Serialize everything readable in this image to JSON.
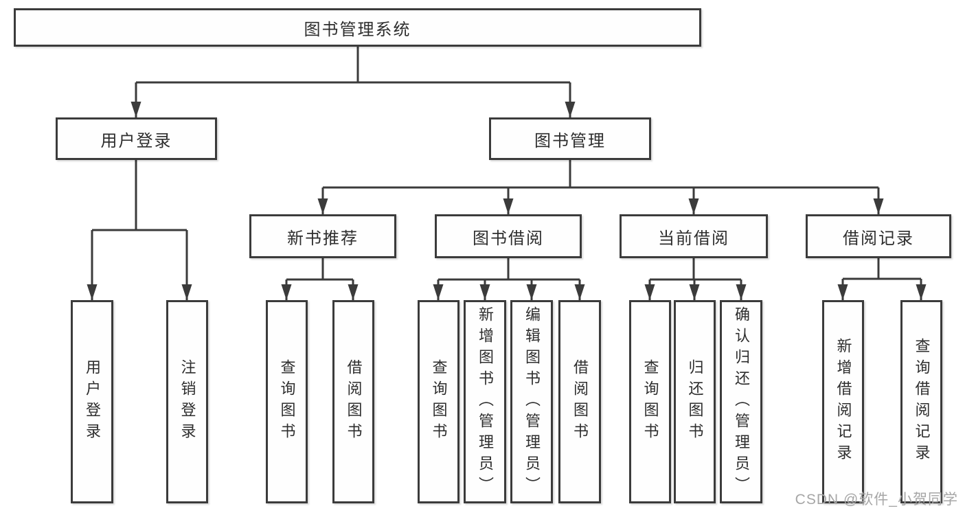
{
  "nodes": {
    "root": {
      "label": "图书管理系统"
    },
    "level2": [
      {
        "label": "用户登录"
      },
      {
        "label": "图书管理"
      }
    ],
    "level3": [
      {
        "label": "新书推荐"
      },
      {
        "label": "图书借阅"
      },
      {
        "label": "当前借阅"
      },
      {
        "label": "借阅记录"
      }
    ],
    "level4": [
      {
        "label": "用户登录"
      },
      {
        "label": "注销登录"
      },
      {
        "label": "查询图书"
      },
      {
        "label": "借阅图书"
      },
      {
        "label": "查询图书"
      },
      {
        "label": "新增图书（管理员）"
      },
      {
        "label": "编辑图书（管理员）"
      },
      {
        "label": "借阅图书"
      },
      {
        "label": "查询图书"
      },
      {
        "label": "归还图书"
      },
      {
        "label": "确认归还（管理员）"
      },
      {
        "label": "新增借阅记录"
      },
      {
        "label": "查询借阅记录"
      }
    ]
  },
  "watermark": "CSDN @软件_小贺同学",
  "colors": {
    "line": "#3b3b3b",
    "text": "#2d2d2d",
    "watermark": "#a6a6a6",
    "background": "#ffffff"
  }
}
